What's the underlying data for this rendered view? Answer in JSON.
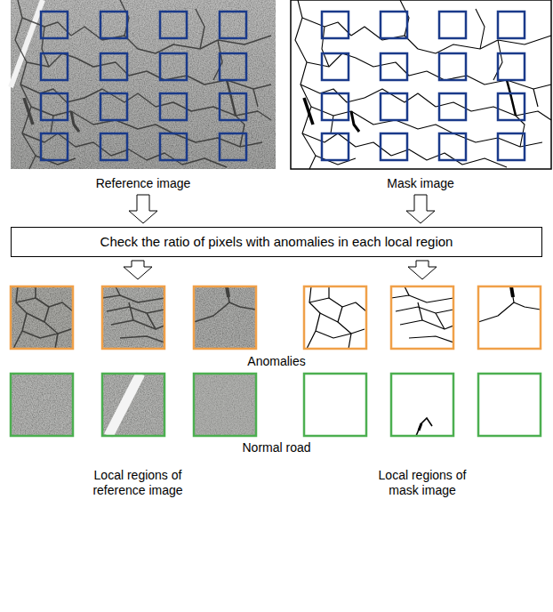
{
  "diagram": {
    "nodes": [
      {
        "text": [
          "Reference image"
        ]
      },
      {
        "text": [
          "Mask image"
        ]
      },
      {
        "text": [
          "Check the ratio of pixels with anomalies in each local region"
        ]
      },
      {
        "text": [
          "Local regions of reference image"
        ]
      },
      {
        "text": [
          "Local regions of mask image"
        ]
      }
    ],
    "edges": [
      {
        "from": 0,
        "to": 2,
        "arrow": "to"
      },
      {
        "from": 1,
        "to": 2,
        "arrow": "to"
      },
      {
        "from": 2,
        "to": 3,
        "arrow": "to"
      },
      {
        "from": 2,
        "to": 4,
        "arrow": "to"
      }
    ],
    "labels": [
      "Anomalies",
      "Normal road"
    ]
  }
}
